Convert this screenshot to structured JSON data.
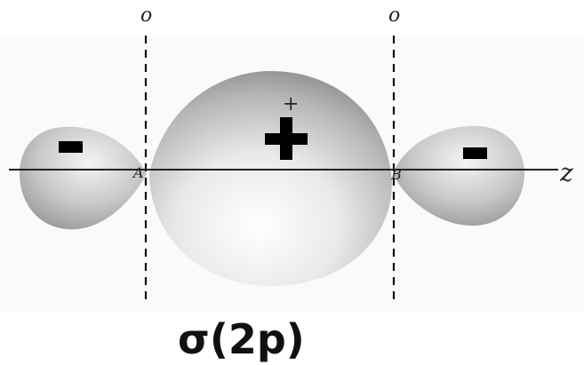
{
  "diagram": {
    "nodal_plane_label_left": "o",
    "nodal_plane_label_right": "o",
    "nucleus_a": "A",
    "nucleus_b": "B",
    "axis_label": "z",
    "small_plus": "+",
    "caption": "σ(2p)",
    "lobe_signs": {
      "left": "minus",
      "center": "plus",
      "right": "minus"
    },
    "colors": {
      "lobe_shade": "#8f8f8f",
      "ink": "#111111",
      "background": "#ffffff"
    }
  }
}
